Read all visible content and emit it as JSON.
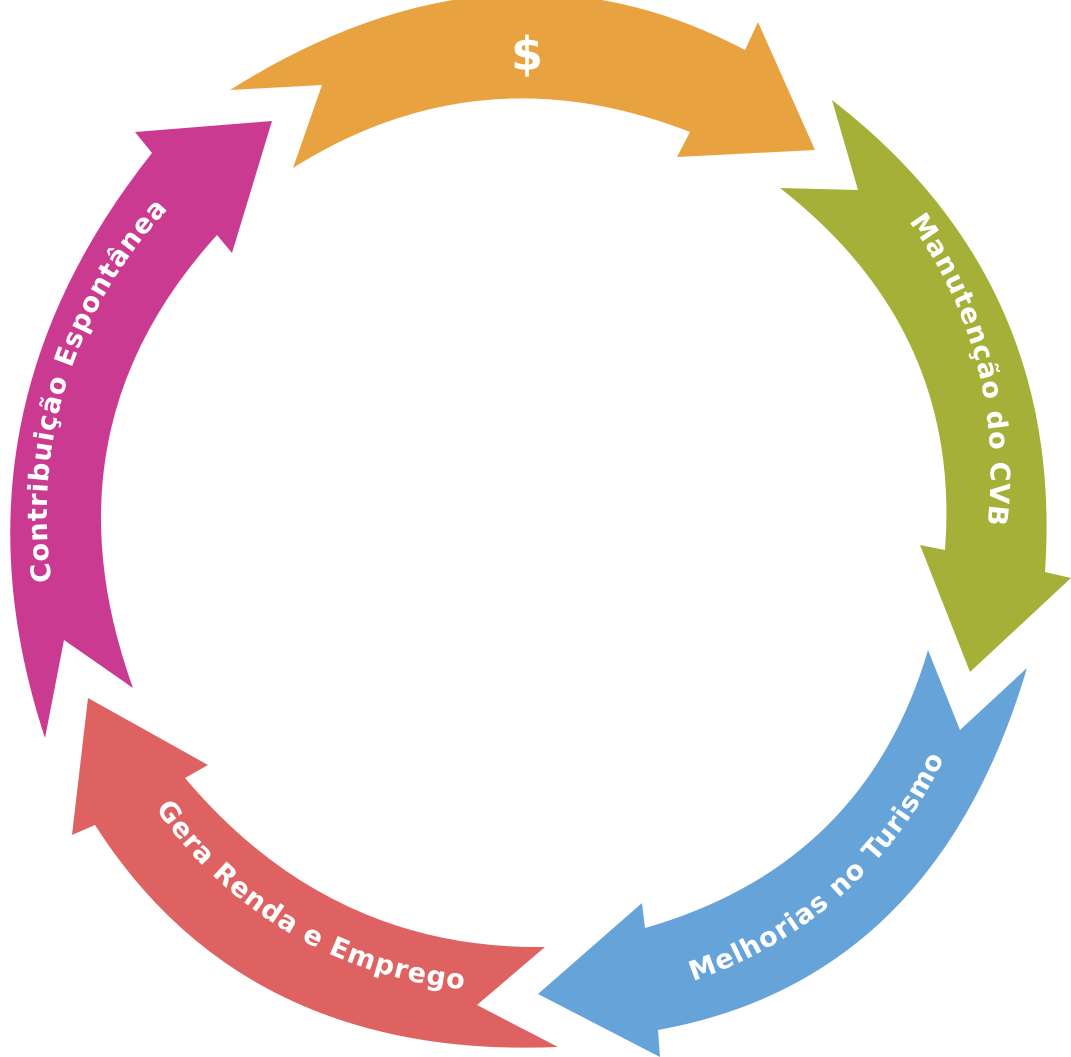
{
  "cycle": {
    "steps": [
      {
        "label": "$",
        "color": "#E8A23F"
      },
      {
        "label": "Manutenção do CVB",
        "color": "#A4B038"
      },
      {
        "label": "Melhorias no Turismo",
        "color": "#66A3D9"
      },
      {
        "label": "Gera Renda e Emprego",
        "color": "#DE6262"
      },
      {
        "label": "Contribuição Espontânea",
        "color": "#CB3A91"
      }
    ]
  }
}
